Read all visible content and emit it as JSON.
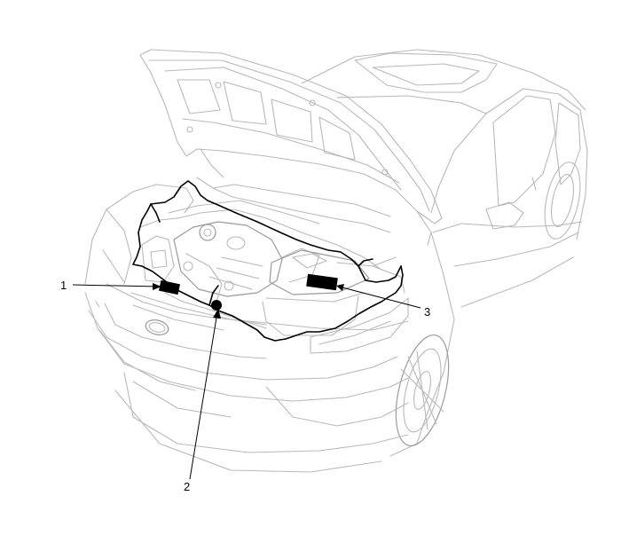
{
  "callouts": [
    {
      "id": "1",
      "label": "1"
    },
    {
      "id": "2",
      "label": "2"
    },
    {
      "id": "3",
      "label": "3"
    }
  ],
  "colors": {
    "line_art": "#b9b9b9",
    "harness": "#000000",
    "connector": "#000000",
    "background": "#ffffff"
  },
  "icons": {
    "vehicle": "car-open-hood-illustration",
    "brand_logo": "kia-logo-icon"
  }
}
